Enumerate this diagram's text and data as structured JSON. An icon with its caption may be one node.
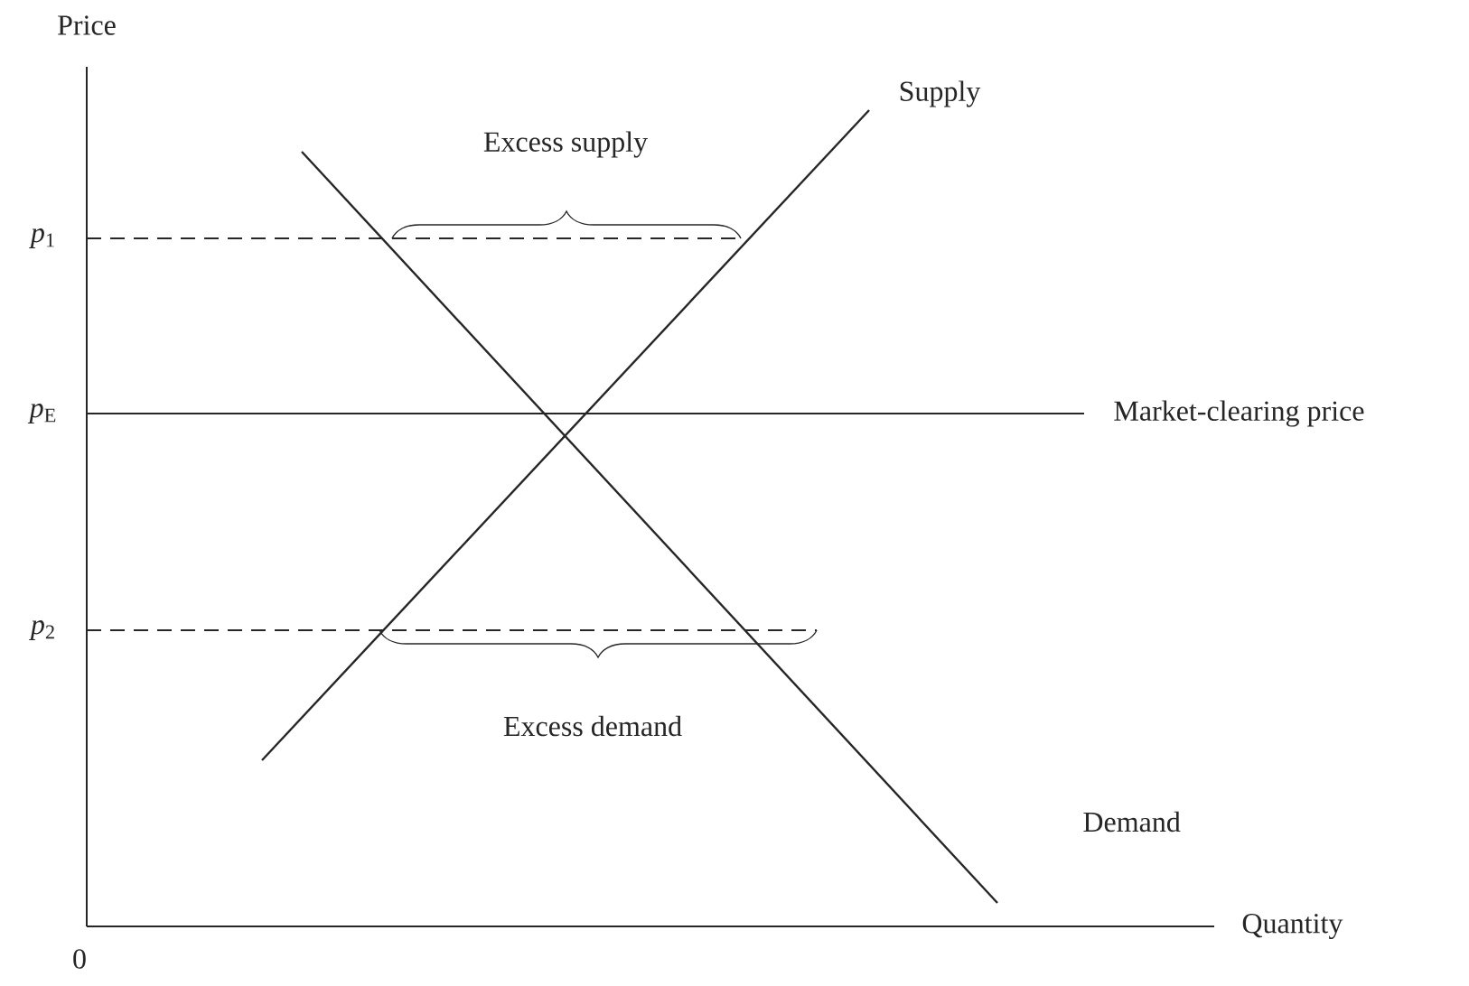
{
  "diagram": {
    "labels": [
      "Price",
      "Supply",
      "Excess supply",
      "*p*$_{1}$",
      "*p*$_{E}$",
      "Market-clearing price",
      "*p*$_{2}$",
      "Excess demand",
      "Demand",
      "0",
      "Quantity"
    ]
  }
}
